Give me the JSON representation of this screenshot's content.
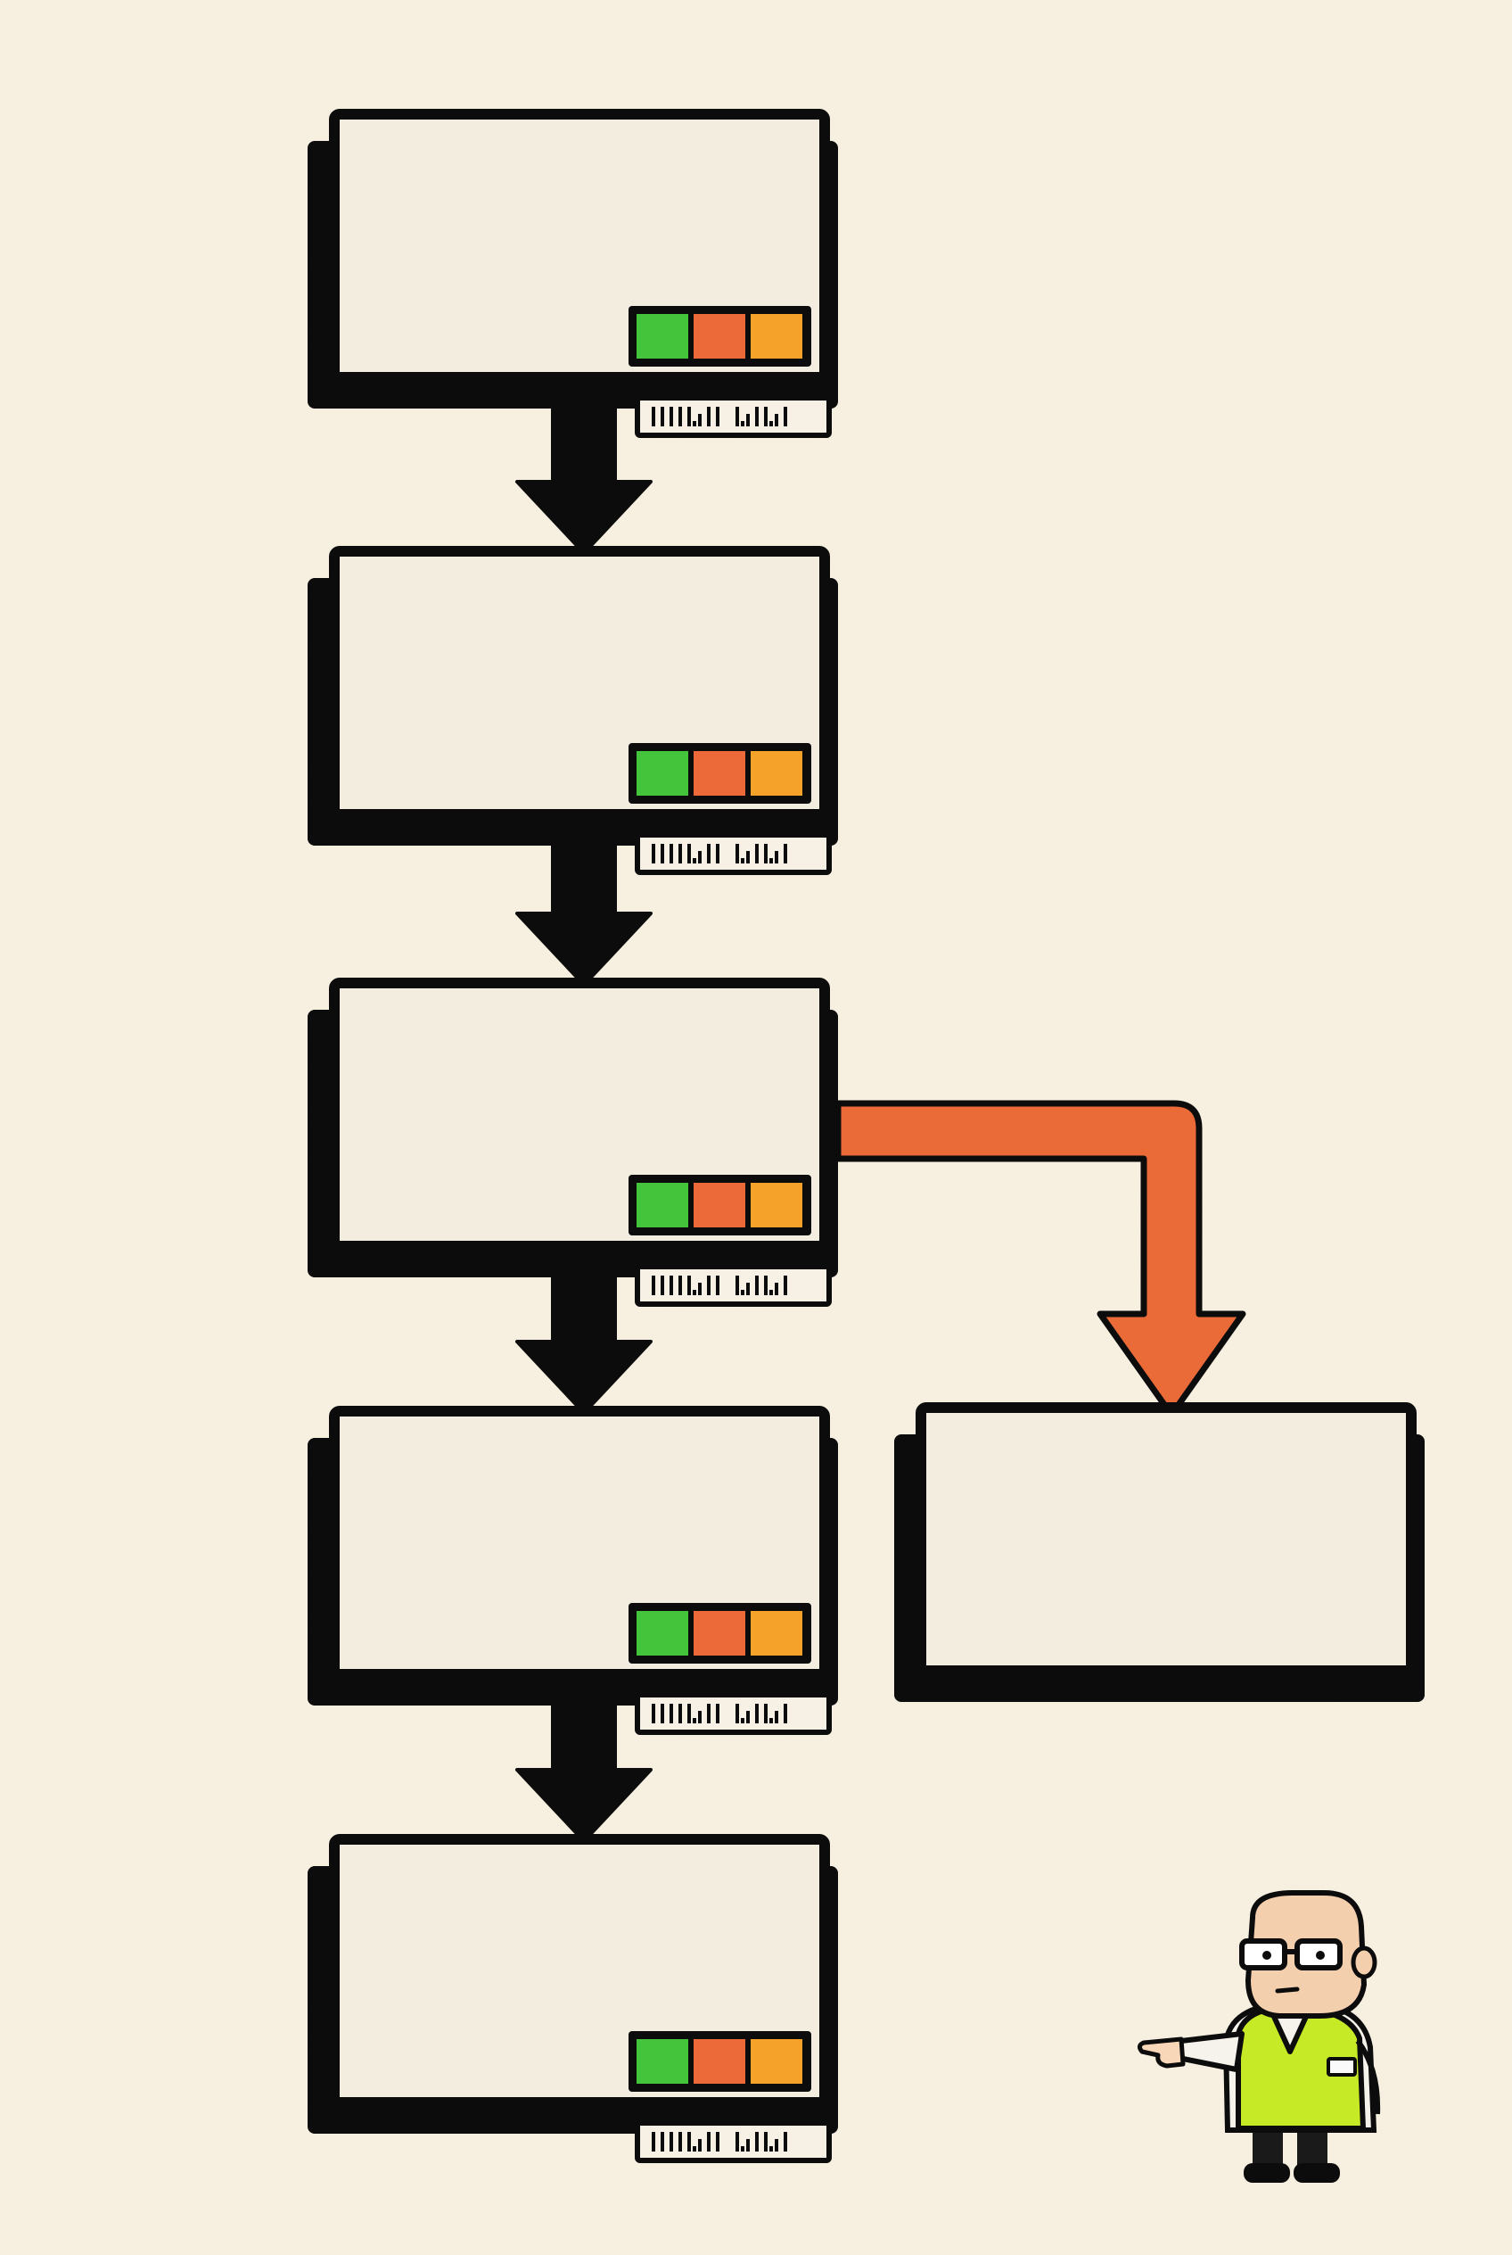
{
  "diagram": {
    "colors": {
      "background": "#f8f1e2",
      "box_fill": "#f3ede0",
      "outline": "#0c0c0c",
      "status_green": "#44c43a",
      "status_red": "#ec6a3a",
      "status_amber": "#f5a22a",
      "branch_arrow": "#ea6b38",
      "flow_arrow": "#0c0c0c"
    },
    "nodes": [
      {
        "id": "step-1",
        "label": "",
        "status": [
          "green",
          "red",
          "amber"
        ],
        "barcode": true
      },
      {
        "id": "step-2",
        "label": "",
        "status": [
          "green",
          "red",
          "amber"
        ],
        "barcode": true
      },
      {
        "id": "step-3",
        "label": "",
        "status": [
          "green",
          "red",
          "amber"
        ],
        "barcode": true
      },
      {
        "id": "step-4",
        "label": "",
        "status": [
          "green",
          "red",
          "amber"
        ],
        "barcode": true
      },
      {
        "id": "step-5",
        "label": "",
        "status": [
          "green",
          "red",
          "amber"
        ],
        "barcode": true
      },
      {
        "id": "branch-target",
        "label": "",
        "status": [],
        "barcode": false
      }
    ],
    "edges": [
      {
        "from": "step-1",
        "to": "step-2",
        "kind": "main-flow",
        "color": "black"
      },
      {
        "from": "step-2",
        "to": "step-3",
        "kind": "main-flow",
        "color": "black"
      },
      {
        "from": "step-3",
        "to": "step-4",
        "kind": "main-flow",
        "color": "black"
      },
      {
        "from": "step-4",
        "to": "step-5",
        "kind": "main-flow",
        "color": "black"
      },
      {
        "from": "step-3",
        "to": "branch-target",
        "kind": "branch",
        "color": "orange"
      }
    ],
    "character": {
      "icon": "pointing-inspector-icon",
      "description_glyphs": [
        "bald-head",
        "glasses",
        "hi-vis-vest",
        "pointing-hand"
      ]
    }
  }
}
